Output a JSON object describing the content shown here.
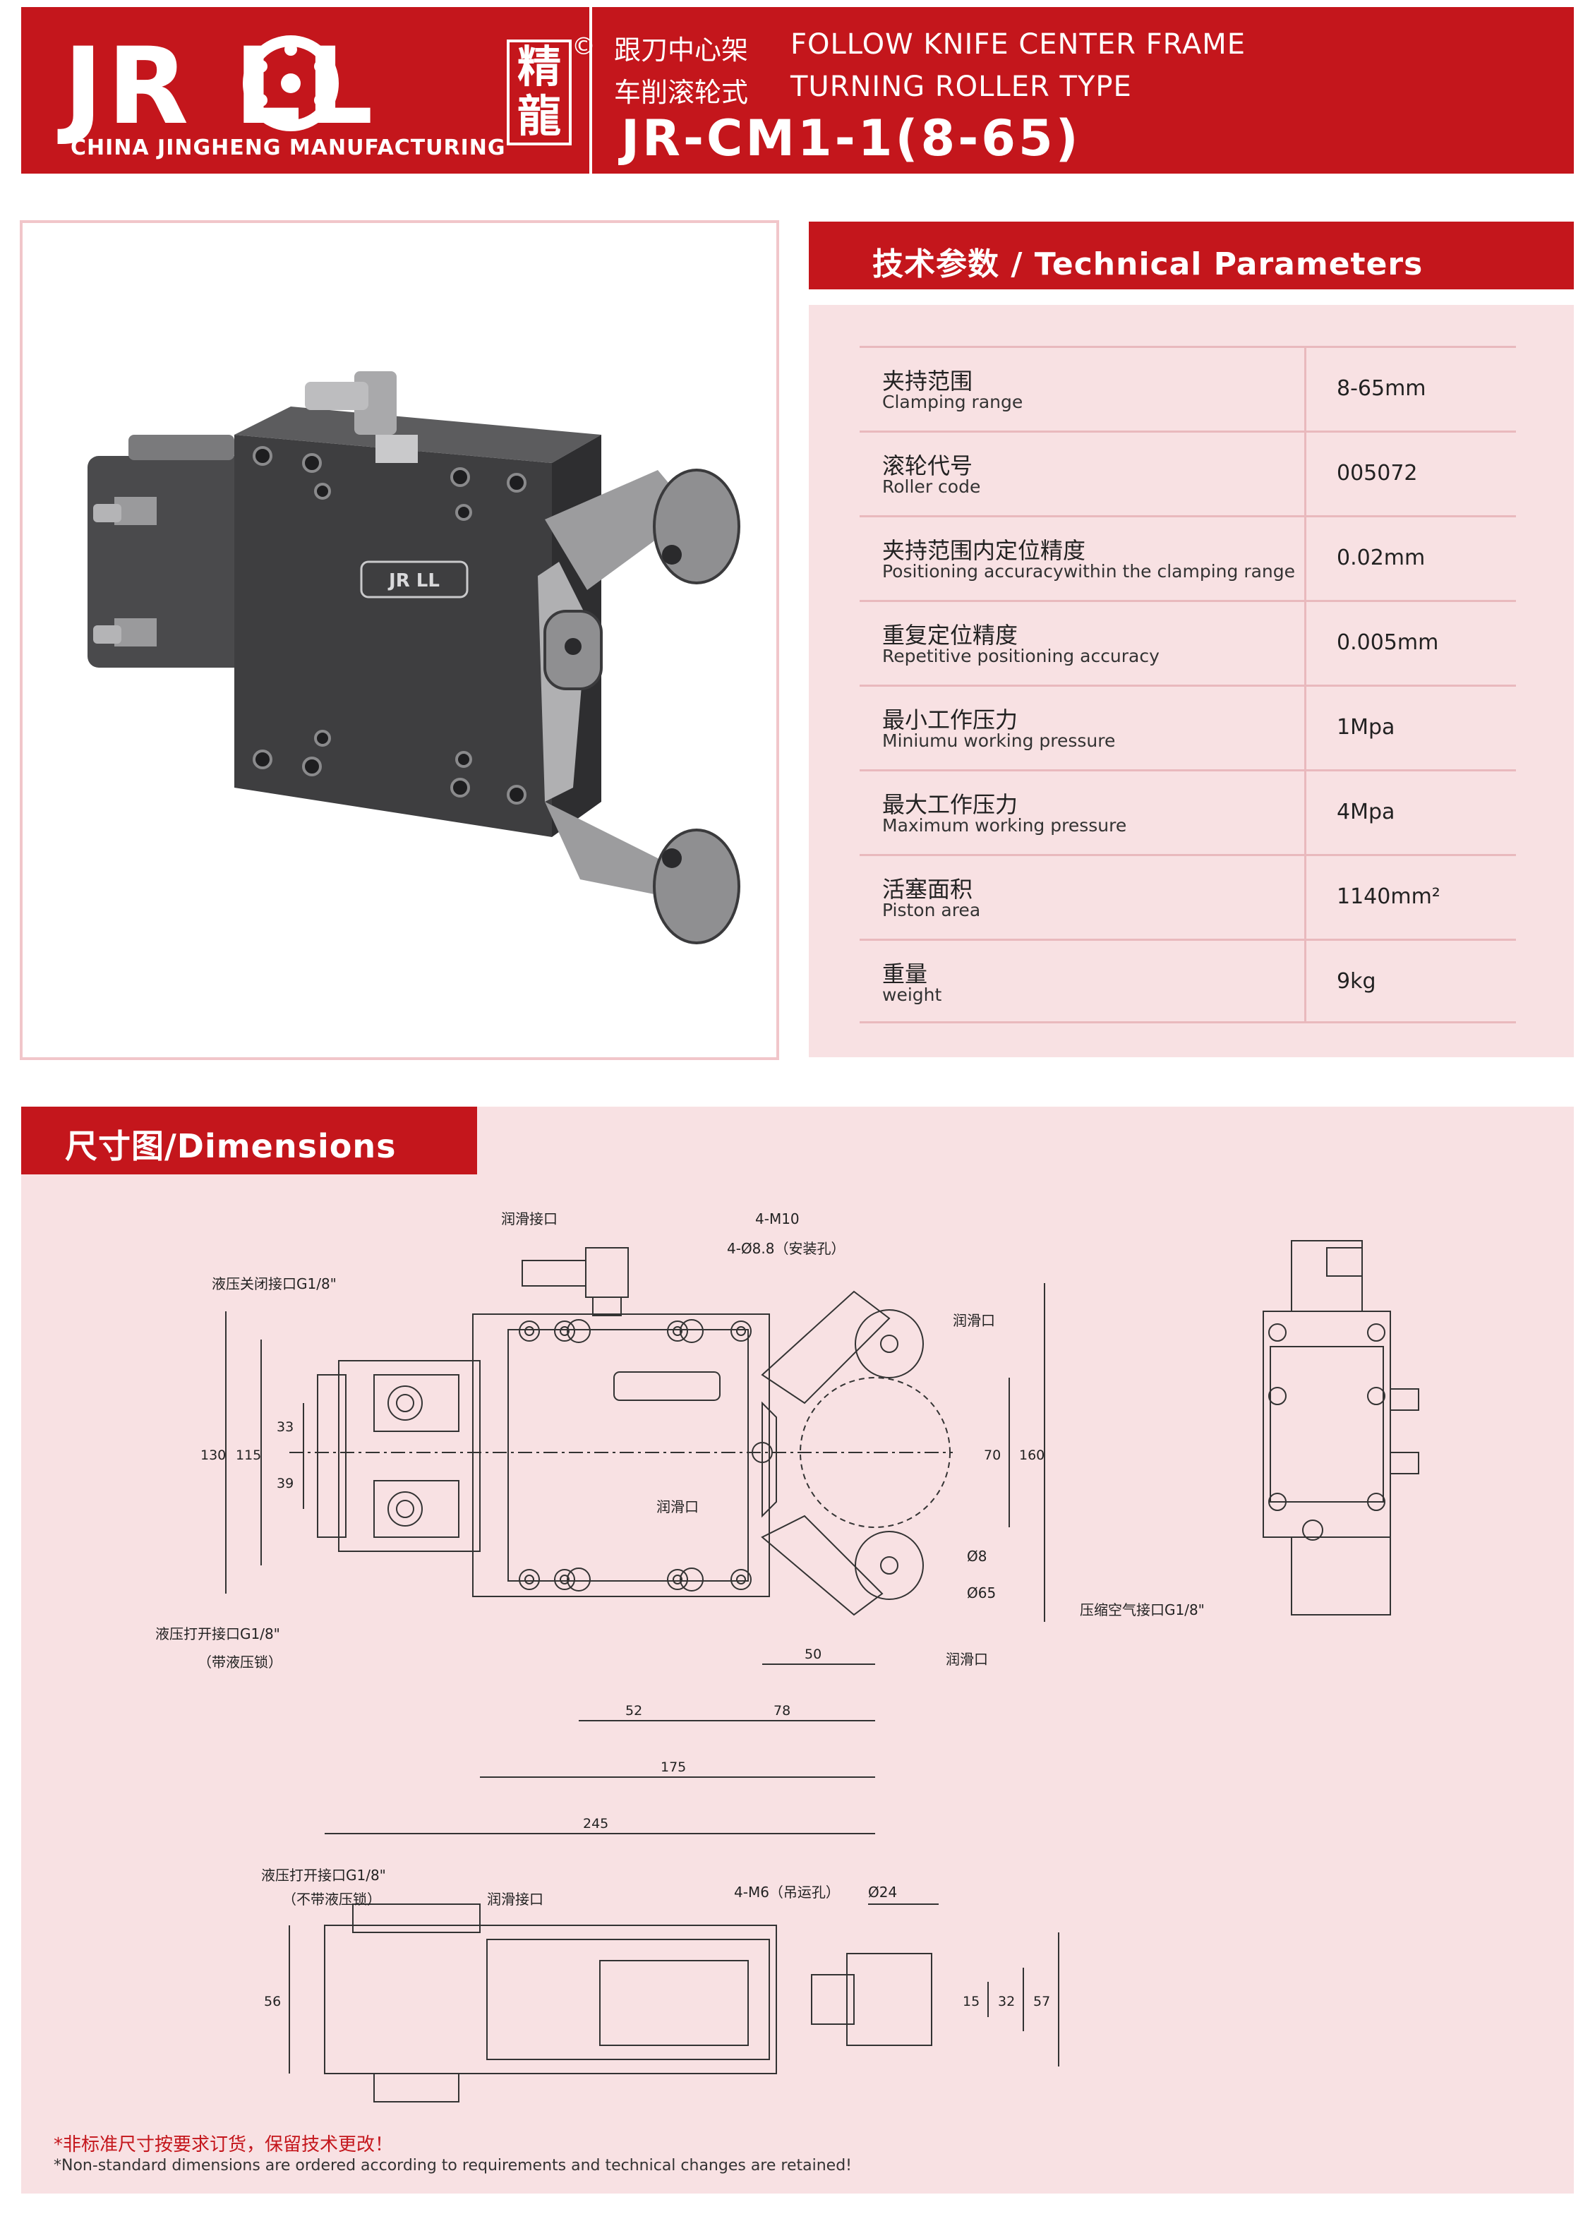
{
  "header": {
    "logo_text": "JR  LL",
    "logo_cn": "精\n龍",
    "logo_copyright": "©",
    "logo_subtitle": "CHINA JINGHENG MANUFACTURING",
    "title_cn_1": "跟刀中心架",
    "title_cn_2": "车削滚轮式",
    "title_en_1": "FOLLOW KNIFE CENTER FRAME",
    "title_en_2": "TURNING ROLLER TYPE",
    "model": "JR-CM1-1(8-65)"
  },
  "tech_params": {
    "title": "技术参数 / Technical Parameters",
    "rows": [
      {
        "cn": "夹持范围",
        "en": "Clamping range",
        "value": "8-65mm"
      },
      {
        "cn": "滚轮代号",
        "en": "Roller code",
        "value": "005072"
      },
      {
        "cn": "夹持范围内定位精度",
        "en": "Positioning accuracywithin the clamping range",
        "value": "0.02mm"
      },
      {
        "cn": "重复定位精度",
        "en": "Repetitive positioning accuracy",
        "value": "0.005mm"
      },
      {
        "cn": "最小工作压力",
        "en": "Miniumu working pressure",
        "value": "1Mpa"
      },
      {
        "cn": "最大工作压力",
        "en": "Maximum working pressure",
        "value": "4Mpa"
      },
      {
        "cn": "活塞面积",
        "en": "Piston area",
        "value": "1140mm²"
      },
      {
        "cn": "重量",
        "en": "weight",
        "value": "9kg"
      }
    ]
  },
  "product_logo": "JR  LL",
  "dimensions": {
    "title": "尺寸图/Dimensions",
    "labels": {
      "lube_port_top": "润滑接口",
      "m10": "4-M10",
      "mount_hole": "4-Ø8.8（安装孔）",
      "hyd_close": "液压关闭接口G1/8\"",
      "lube_right_top": "润滑口",
      "lube_center": "润滑口",
      "lube_right_bottom": "润滑口",
      "d8": "Ø8",
      "d65": "Ø65",
      "hyd_open": "液压打开接口G1/8\"",
      "hyd_open_sub": "（带液压锁）",
      "air_port": "压缩空气接口G1/8\"",
      "hyd_open_2": "液压打开接口G1/8\"",
      "hyd_open_2_sub": "（不带液压锁）",
      "lube_port_bottom": "润滑接口",
      "m6": "4-M6（吊运孔）",
      "d24": "Ø24"
    },
    "dims": {
      "d130": "130",
      "d115": "115",
      "d33": "33",
      "d39": "39",
      "d70": "70",
      "d160": "160",
      "d50": "50",
      "d52": "52",
      "d78": "78",
      "d175": "175",
      "d245": "245",
      "d56": "56",
      "d15": "15",
      "d32": "32",
      "d57": "57"
    },
    "notes": {
      "cn": "*非标准尺寸按要求订货，保留技术更改！",
      "en": "*Non-standard dimensions are ordered according to requirements and technical changes are retained!"
    }
  },
  "colors": {
    "brand_red": "#c4161c",
    "panel_pink": "#f8e1e3",
    "border_pink": "#f1c6ca"
  }
}
